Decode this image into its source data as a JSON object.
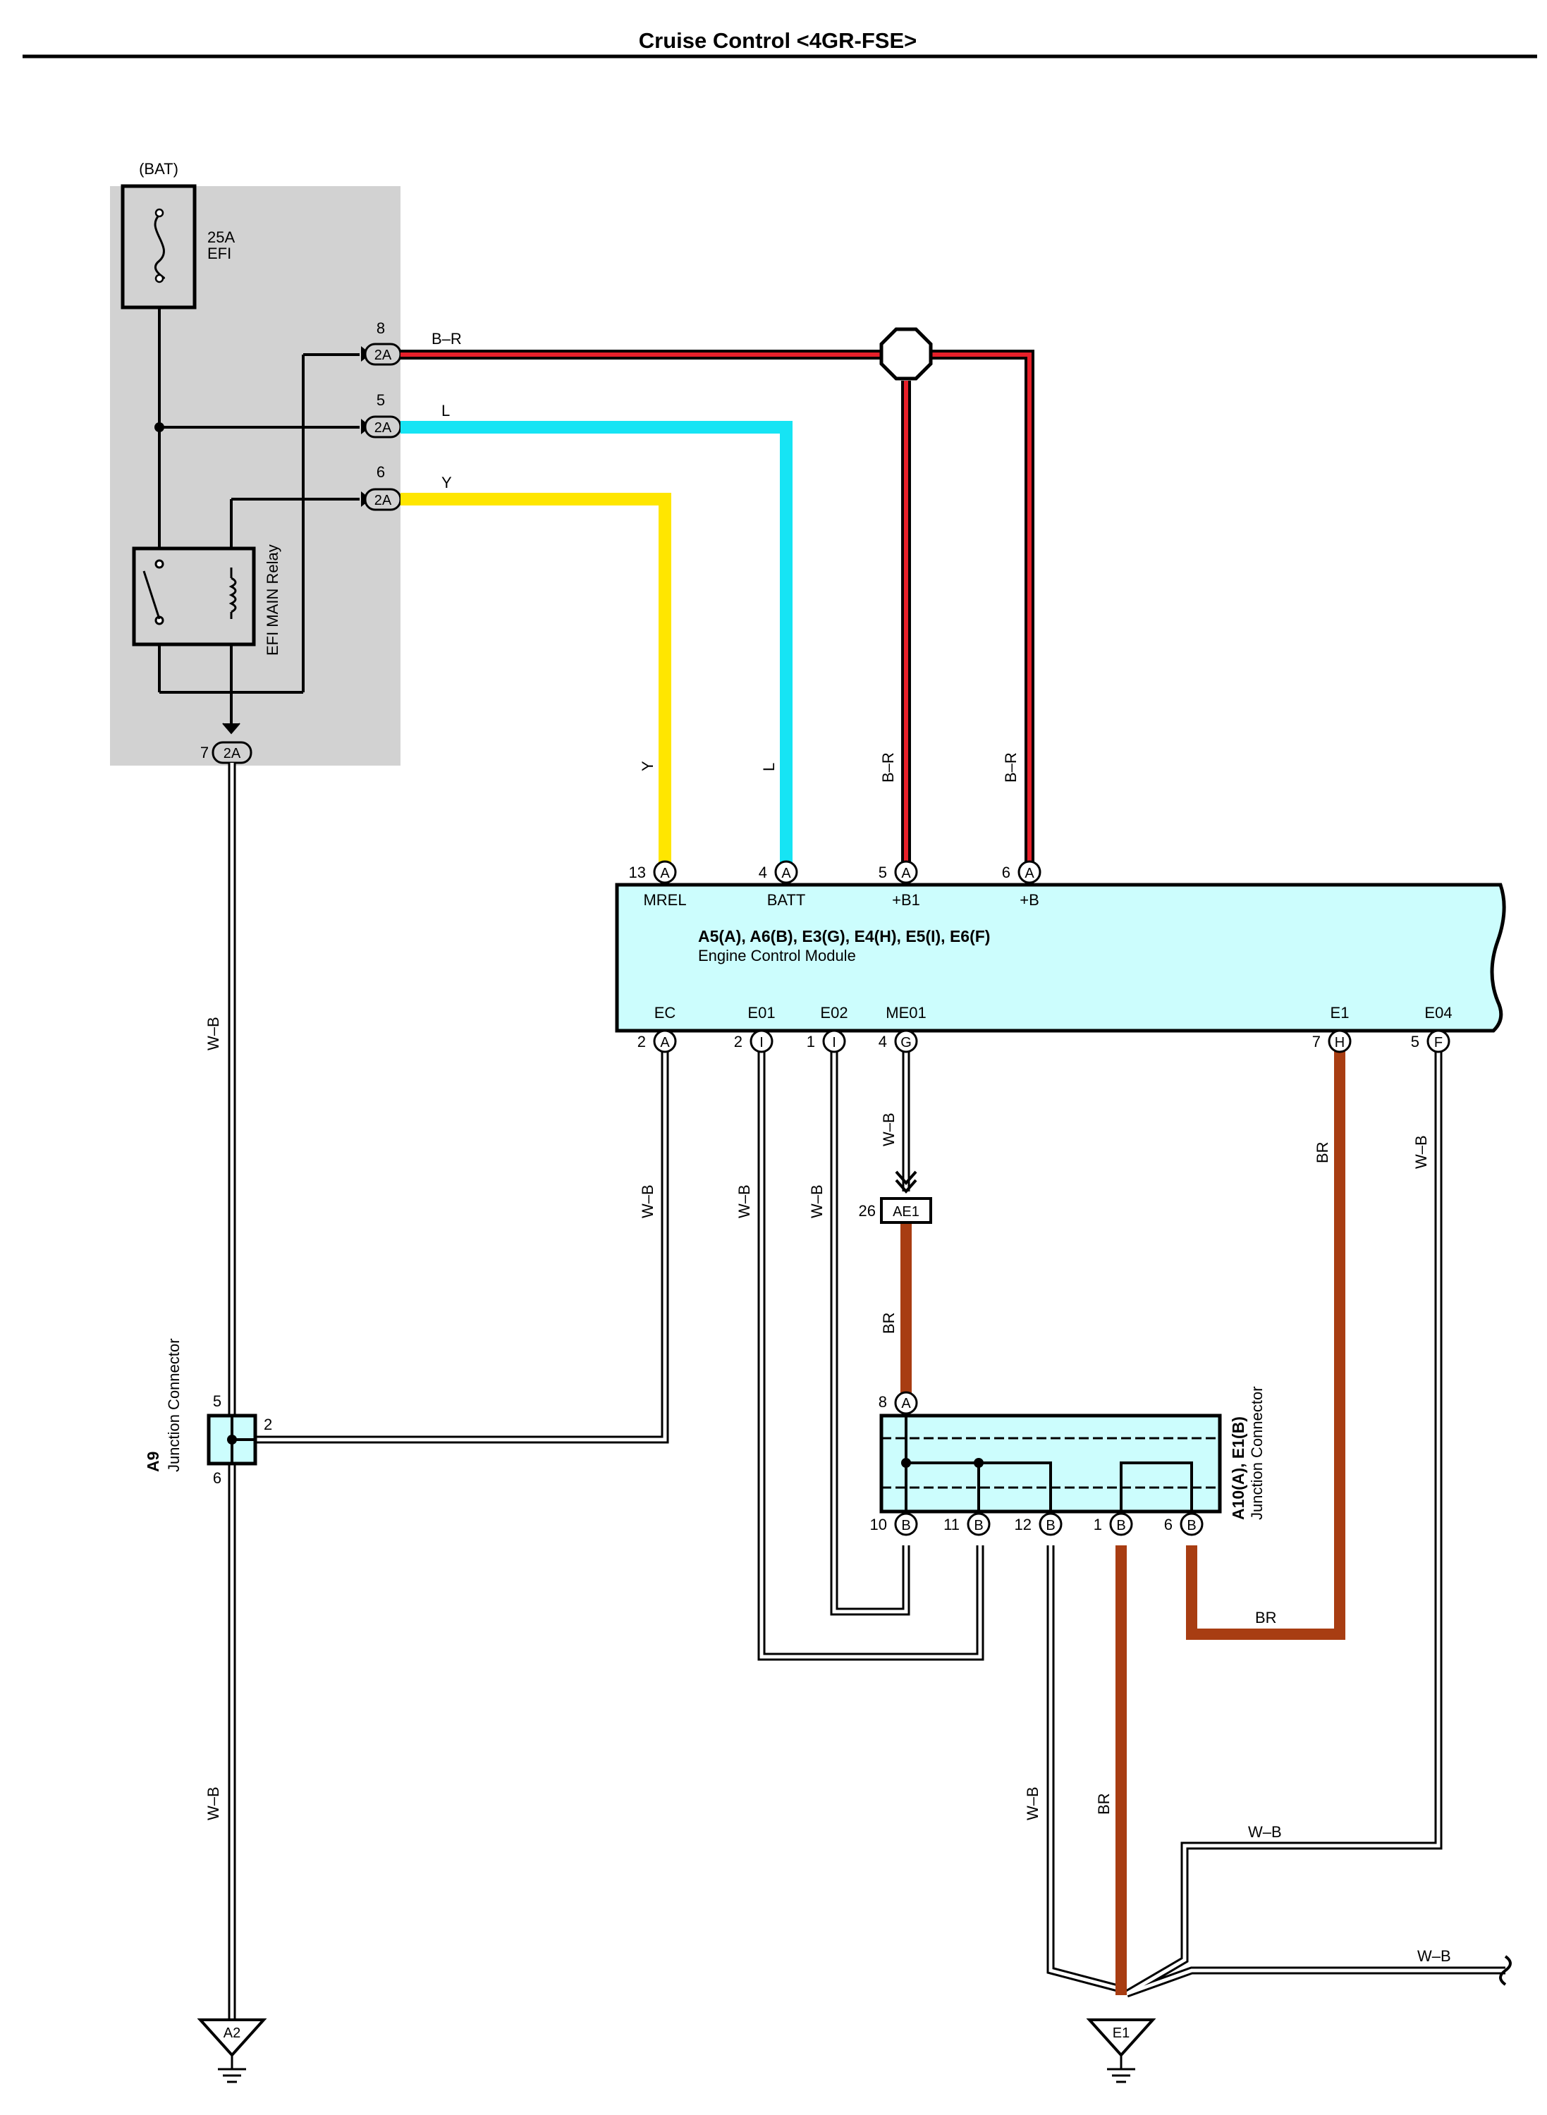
{
  "title": "Cruise Control <4GR-FSE>",
  "relay_block": {
    "power_source": "(BAT)",
    "fuse_amp": "25A",
    "fuse_name": "EFI",
    "relay_name": "EFI MAIN Relay",
    "connectors": [
      {
        "pin": "8",
        "code": "2A"
      },
      {
        "pin": "5",
        "code": "2A"
      },
      {
        "pin": "6",
        "code": "2A"
      },
      {
        "pin": "7",
        "code": "2A"
      }
    ]
  },
  "wire_colors": {
    "b_r_label": "B–R",
    "l_label": "L",
    "y_label": "Y",
    "w_b_label": "W–B",
    "br_label": "BR",
    "red": "#e8202a",
    "cyan": "#16e4f4",
    "yellow": "#ffe600",
    "brown": "#a83d12",
    "module_fill": "#ccfdfd",
    "relay_bg": "#d2d2d2"
  },
  "ecm": {
    "title": "A5(A), A6(B), E3(G), E4(H), E5(I), E6(F)",
    "subtitle": "Engine Control Module",
    "top_pins": [
      {
        "num": "13",
        "conn": "A",
        "name": "MREL"
      },
      {
        "num": "4",
        "conn": "A",
        "name": "BATT"
      },
      {
        "num": "5",
        "conn": "A",
        "name": "+B1"
      },
      {
        "num": "6",
        "conn": "A",
        "name": "+B"
      }
    ],
    "bottom_pins": [
      {
        "num": "2",
        "conn": "A",
        "name": "EC"
      },
      {
        "num": "2",
        "conn": "I",
        "name": "E01"
      },
      {
        "num": "1",
        "conn": "I",
        "name": "E02"
      },
      {
        "num": "4",
        "conn": "G",
        "name": "ME01"
      },
      {
        "num": "7",
        "conn": "H",
        "name": "E1"
      },
      {
        "num": "5",
        "conn": "F",
        "name": "E04"
      }
    ]
  },
  "connector_ae1": {
    "pin": "26",
    "code": "AE1"
  },
  "junction_a9": {
    "id": "A9",
    "name": "Junction Connector",
    "pins": [
      "5",
      "2",
      "6"
    ]
  },
  "junction_a10": {
    "id": "A10(A), E1(B)",
    "name": "Junction Connector",
    "top_pin": {
      "num": "8",
      "conn": "A"
    },
    "bottom_pins": [
      {
        "num": "10",
        "conn": "B"
      },
      {
        "num": "11",
        "conn": "B"
      },
      {
        "num": "12",
        "conn": "B"
      },
      {
        "num": "1",
        "conn": "B"
      },
      {
        "num": "6",
        "conn": "B"
      }
    ]
  },
  "grounds": [
    {
      "id": "A2"
    },
    {
      "id": "E1"
    }
  ]
}
